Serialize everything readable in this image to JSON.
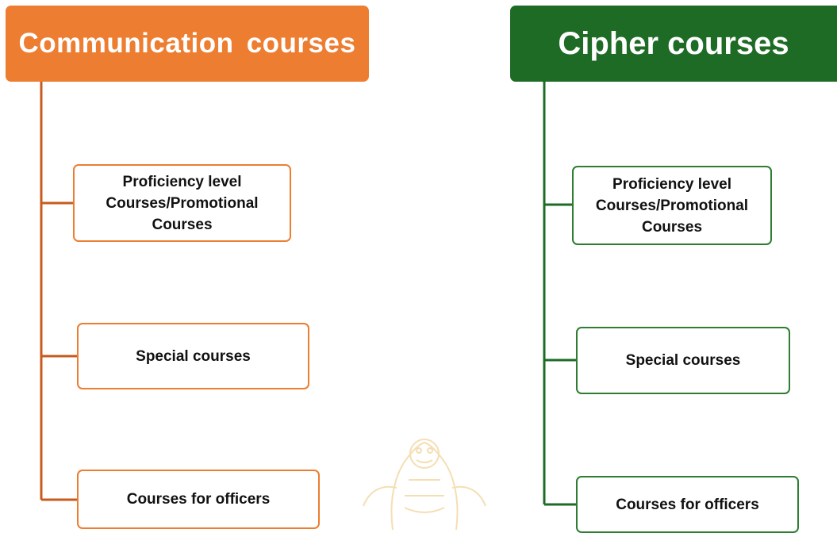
{
  "colors": {
    "communication_accent": "#ED7D31",
    "cipher_accent": "#1E6B26",
    "cipher_box_border": "#2E7D32",
    "watermark": "#F2D49A"
  },
  "communication": {
    "title": "Communication courses",
    "items": [
      {
        "lines": [
          "Proficiency level",
          "Courses/Promotional",
          "Courses"
        ]
      },
      {
        "lines": [
          "Special courses"
        ]
      },
      {
        "lines": [
          "Courses for officers"
        ]
      }
    ]
  },
  "cipher": {
    "title": "Cipher courses",
    "items": [
      {
        "lines": [
          "Proficiency level",
          "Courses/Promotional",
          "Courses"
        ]
      },
      {
        "lines": [
          "Special courses"
        ]
      },
      {
        "lines": [
          "Courses for officers"
        ]
      }
    ]
  },
  "watermark": {
    "icon": "national-emblem-watermark-icon"
  }
}
